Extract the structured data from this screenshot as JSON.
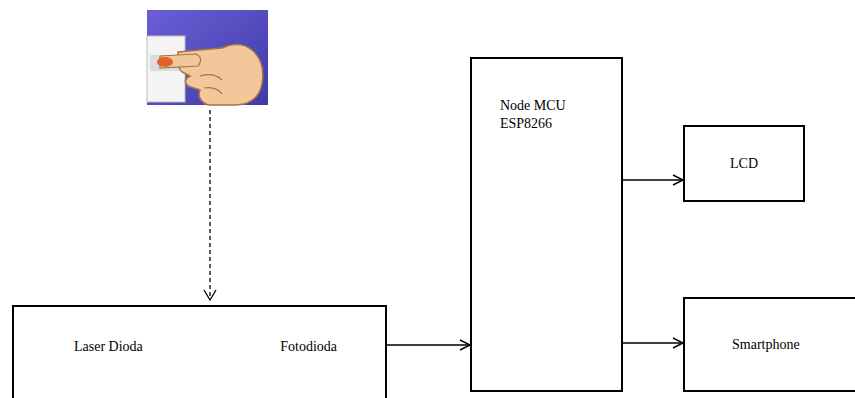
{
  "diagram": {
    "nodes": [
      {
        "text": [
          "Laser Dioda",
          "Fotodioda"
        ]
      },
      {
        "text": [
          "Node MCU ESP8266"
        ]
      },
      {
        "text": [
          "LCD"
        ]
      },
      {
        "text": [
          "Smartphone"
        ]
      }
    ],
    "edges": [
      {
        "from": 0,
        "to": 1,
        "arrow": "to"
      },
      {
        "from": 1,
        "to": 2,
        "arrow": "to"
      },
      {
        "from": 1,
        "to": 3,
        "arrow": "to"
      }
    ]
  }
}
